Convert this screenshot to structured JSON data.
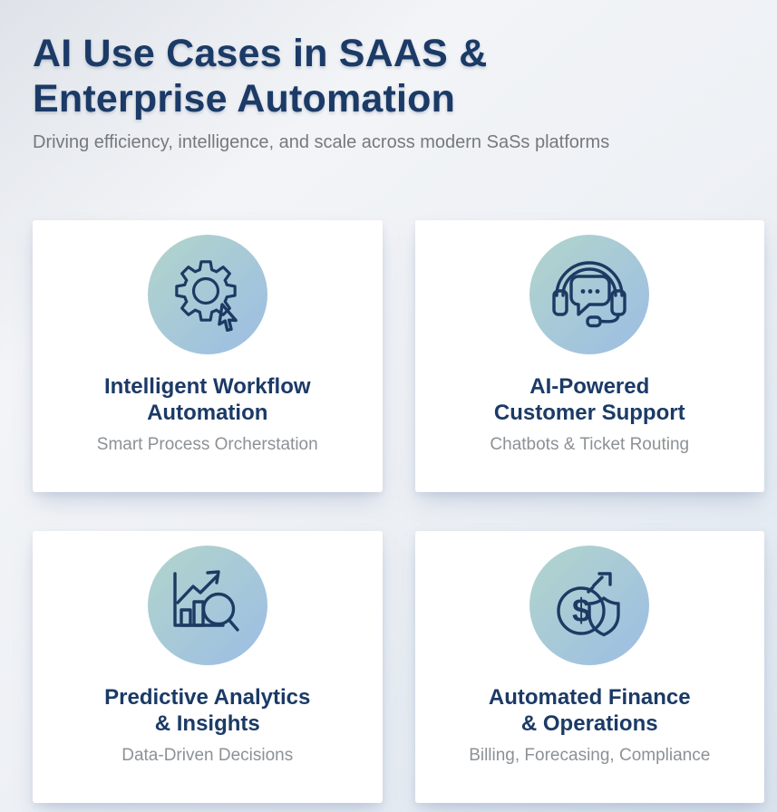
{
  "header": {
    "title_lines": [
      "AI Use Cases in SAAS &",
      "Enterprise Automation"
    ],
    "subtitle": "Driving efficiency, intelligence, and scale across modern SaSs platforms"
  },
  "colors": {
    "title_navy": "#1b3a66",
    "icon_stroke_navy": "#1d3a63",
    "circle_gradient_start": "#b2d5cb",
    "circle_gradient_end": "#9cbde4",
    "card_background": "#ffffff",
    "page_background": "#edf0f4",
    "subtitle_gray": "#75797e",
    "card_subtitle_gray": "#8d9195"
  },
  "cards": [
    {
      "icon": "gear-cursor-icon",
      "title_lines": [
        "Intelligent Workflow",
        "Automation"
      ],
      "subtitle": "Smart Process Orcherstation"
    },
    {
      "icon": "headset-chat-icon",
      "title_lines": [
        "AI-Powered",
        "Customer Support"
      ],
      "subtitle": "Chatbots & Ticket Routing"
    },
    {
      "icon": "chart-magnifier-icon",
      "title_lines": [
        "Predictive Analytics",
        "& Insights"
      ],
      "subtitle": "Data-Driven Decisions"
    },
    {
      "icon": "dollar-shield-icon",
      "title_lines": [
        "Automated Finance",
        "& Operations"
      ],
      "subtitle": "Billing, Forecasing, Compliance"
    }
  ]
}
